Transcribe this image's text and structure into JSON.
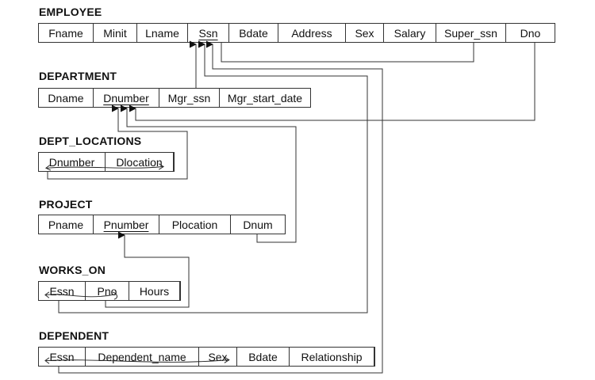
{
  "relations": {
    "employee": {
      "title": "EMPLOYEE",
      "attributes": [
        "Fname",
        "Minit",
        "Lname",
        "Ssn",
        "Bdate",
        "Address",
        "Sex",
        "Salary",
        "Super_ssn",
        "Dno"
      ],
      "primary_key": [
        "Ssn"
      ]
    },
    "department": {
      "title": "DEPARTMENT",
      "attributes": [
        "Dname",
        "Dnumber",
        "Mgr_ssn",
        "Mgr_start_date"
      ],
      "primary_key": [
        "Dnumber"
      ]
    },
    "dept_locations": {
      "title": "DEPT_LOCATIONS",
      "attributes": [
        "Dnumber",
        "Dlocation"
      ],
      "primary_key": [
        "Dnumber",
        "Dlocation"
      ]
    },
    "project": {
      "title": "PROJECT",
      "attributes": [
        "Pname",
        "Pnumber",
        "Plocation",
        "Dnum"
      ],
      "primary_key": [
        "Pnumber"
      ]
    },
    "works_on": {
      "title": "WORKS_ON",
      "attributes": [
        "Essn",
        "Pno",
        "Hours"
      ],
      "primary_key": [
        "Essn",
        "Pno"
      ]
    },
    "dependent": {
      "title": "DEPENDENT",
      "attributes": [
        "Essn",
        "Dependent_name",
        "Sex",
        "Bdate",
        "Relationship"
      ],
      "primary_key": [
        "Essn",
        "Dependent_name"
      ]
    }
  },
  "foreign_keys": [
    {
      "from": "employee.Super_ssn",
      "to": "employee.Ssn"
    },
    {
      "from": "employee.Dno",
      "to": "department.Dnumber"
    },
    {
      "from": "department.Mgr_ssn",
      "to": "employee.Ssn"
    },
    {
      "from": "dept_locations.Dnumber",
      "to": "department.Dnumber"
    },
    {
      "from": "project.Dnum",
      "to": "department.Dnumber"
    },
    {
      "from": "works_on.Essn",
      "to": "employee.Ssn"
    },
    {
      "from": "works_on.Pno",
      "to": "project.Pnumber"
    },
    {
      "from": "dependent.Essn",
      "to": "employee.Ssn"
    }
  ]
}
